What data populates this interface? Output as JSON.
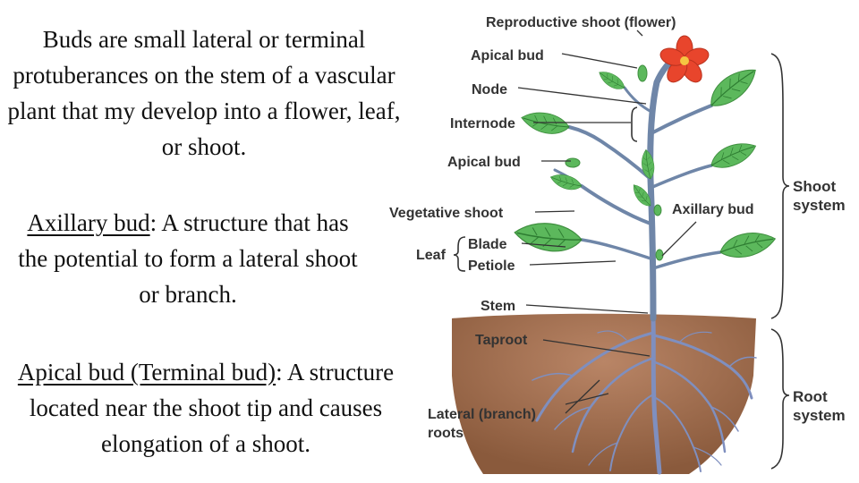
{
  "text": {
    "buds_definition": "Buds are small lateral or terminal protuberances on the stem of a vascular plant that my develop into a flower, leaf, or shoot.",
    "axillary_term": "Axillary bud",
    "axillary_def": ":  A structure that has the potential to form a lateral shoot or branch.",
    "apical_term": "Apical bud (Terminal bud)",
    "apical_def": ":  A structure located near the shoot tip and causes elongation of a shoot."
  },
  "diagram": {
    "labels": {
      "reproductive_shoot": "Reproductive shoot (flower)",
      "apical_bud_top": "Apical bud",
      "node": "Node",
      "internode": "Internode",
      "apical_bud_lower": "Apical bud",
      "vegetative_shoot": "Vegetative shoot",
      "leaf": "Leaf",
      "blade": "Blade",
      "petiole": "Petiole",
      "stem": "Stem",
      "taproot": "Taproot",
      "lateral_roots_1": "Lateral (branch)",
      "lateral_roots_2": "roots",
      "axillary_bud": "Axillary bud",
      "shoot_system_1": "Shoot",
      "shoot_system_2": "system",
      "root_system_1": "Root",
      "root_system_2": "system"
    },
    "colors": {
      "leaf": "#5cb85c",
      "leaf_vein": "#2e7d32",
      "stem": "#6f86a8",
      "soil_top": "#c79a7a",
      "soil_bottom": "#8a5a3c",
      "root": "#7f8fbf",
      "flower": "#e8452c"
    }
  }
}
